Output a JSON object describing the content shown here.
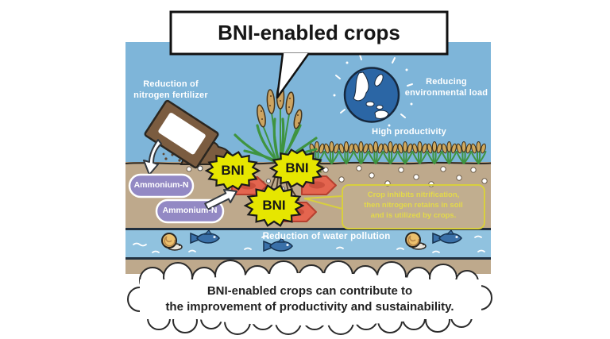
{
  "title": {
    "label": "BNI-enabled crops"
  },
  "scene": {
    "fertilizer_reduction_label": "Reduction of\nnitrogen fertilizer",
    "environmental_load_label": "Reducing\nenvironmental load",
    "high_productivity_label": "High productivity",
    "water_pollution_label": "Reduction of water pollution",
    "bni_label": "BNI",
    "ammonium_label": "Ammonium-N",
    "note_text": "Crop inhibits nitrification,\nthen nitrogen retains in soil\nand is utilized by crops."
  },
  "conclusion": {
    "text": "BNI-enabled crops can contribute to\nthe improvement of productivity and sustainability."
  },
  "colors": {
    "sky": "#7eb5d9",
    "soil": "#bea98c",
    "water": "#90c2df",
    "navy_border": "#21303f",
    "bni_yellow": "#e6e600",
    "nitrification_red": "#e4654f",
    "ammonium_purple": "#9389c4",
    "note_yellow": "#d8cf3e",
    "globe_blue": "#2b66a5",
    "bag_brown": "#7b5c40",
    "plant_green": "#3f9440"
  }
}
